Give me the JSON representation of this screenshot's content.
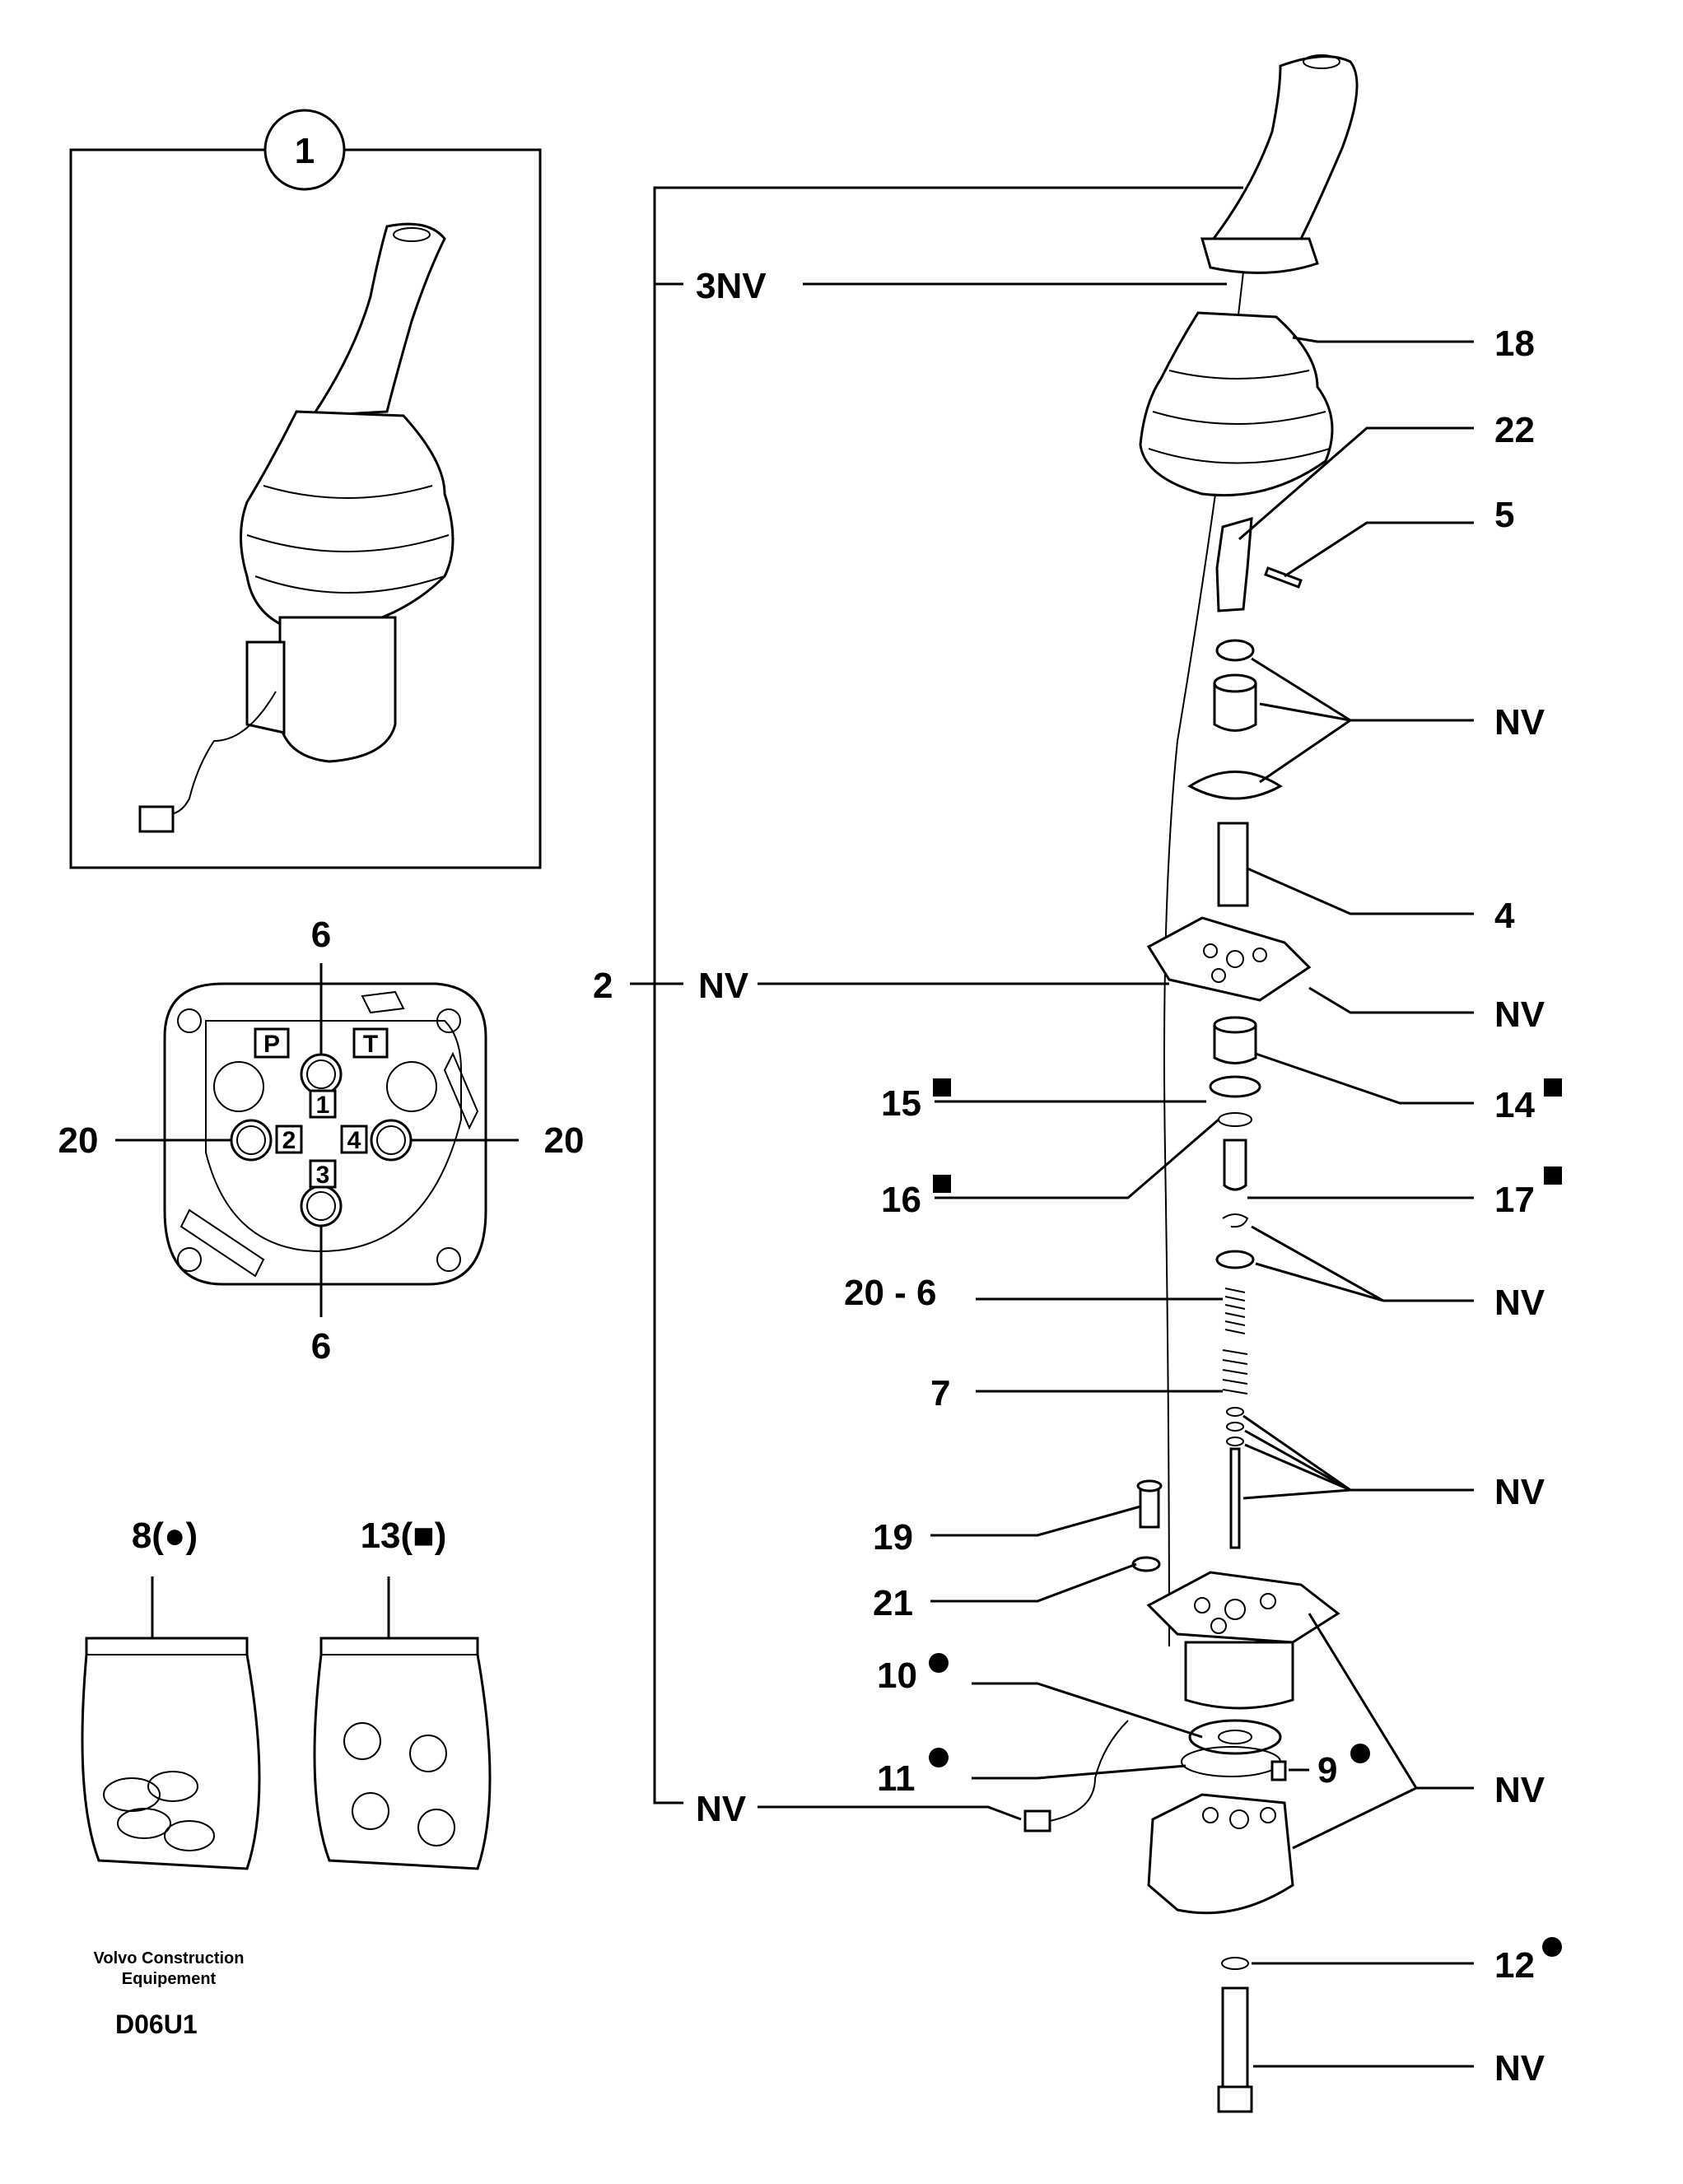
{
  "inset": {
    "callout": "1"
  },
  "ports": {
    "top_numbers": {
      "left": "6",
      "bottom": "6"
    },
    "side_left": "20",
    "side_right": "20",
    "p_label": "P",
    "t_label": "T",
    "n1": "1",
    "n2": "2",
    "n3": "3",
    "n4": "4"
  },
  "kits": {
    "kit8": "8(●)",
    "kit13": "13(■)"
  },
  "footer": {
    "company_line1": "Volvo Construction",
    "company_line2": "Equipement",
    "code": "D06U1"
  },
  "callouts": {
    "c3nv": "3NV",
    "c18": "18",
    "c22": "22",
    "c5": "5",
    "nv_a": "NV",
    "c4": "4",
    "c2": "2",
    "c2nv": "NV",
    "nv_b": "NV",
    "c15": "15",
    "c14": "14",
    "c16": "16",
    "c17": "17",
    "c20_6": "20 - 6",
    "nv_c": "NV",
    "c7": "7",
    "nv_d": "NV",
    "c19": "19",
    "c21": "21",
    "c10": "10",
    "c11": "11",
    "c9": "9",
    "nv_e": "NV",
    "nv_f": "NV",
    "c12": "12",
    "nv_g": "NV"
  }
}
